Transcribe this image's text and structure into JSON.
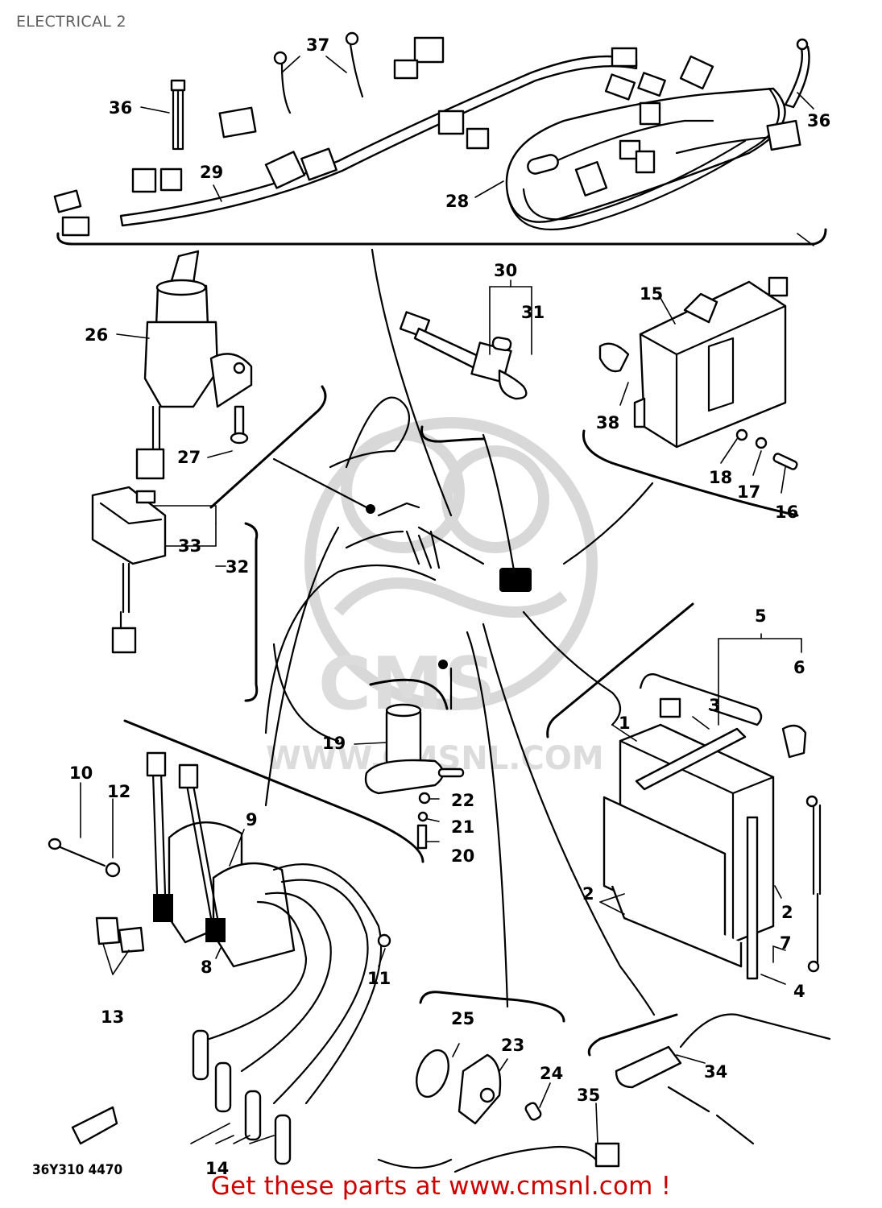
{
  "page": {
    "title": "ELECTRICAL 2"
  },
  "diagram": {
    "part_code": "36Y310 4470",
    "watermark": {
      "logo_text": "CMS",
      "url_text": "WWW.CMSNL.COM"
    },
    "callouts": [
      {
        "id": "c1",
        "label": "1"
      },
      {
        "id": "c2a",
        "label": "2"
      },
      {
        "id": "c2b",
        "label": "2"
      },
      {
        "id": "c3",
        "label": "3"
      },
      {
        "id": "c4",
        "label": "4"
      },
      {
        "id": "c5",
        "label": "5"
      },
      {
        "id": "c6",
        "label": "6"
      },
      {
        "id": "c7",
        "label": "7"
      },
      {
        "id": "c8",
        "label": "8"
      },
      {
        "id": "c9",
        "label": "9"
      },
      {
        "id": "c10",
        "label": "10"
      },
      {
        "id": "c11",
        "label": "11"
      },
      {
        "id": "c12",
        "label": "12"
      },
      {
        "id": "c13",
        "label": "13"
      },
      {
        "id": "c14",
        "label": "14"
      },
      {
        "id": "c15",
        "label": "15"
      },
      {
        "id": "c16",
        "label": "16"
      },
      {
        "id": "c17",
        "label": "17"
      },
      {
        "id": "c18",
        "label": "18"
      },
      {
        "id": "c19",
        "label": "19"
      },
      {
        "id": "c20",
        "label": "20"
      },
      {
        "id": "c21",
        "label": "21"
      },
      {
        "id": "c22",
        "label": "22"
      },
      {
        "id": "c23",
        "label": "23"
      },
      {
        "id": "c24",
        "label": "24"
      },
      {
        "id": "c25",
        "label": "25"
      },
      {
        "id": "c26",
        "label": "26"
      },
      {
        "id": "c27",
        "label": "27"
      },
      {
        "id": "c28",
        "label": "28"
      },
      {
        "id": "c29",
        "label": "29"
      },
      {
        "id": "c30",
        "label": "30"
      },
      {
        "id": "c31",
        "label": "31"
      },
      {
        "id": "c32",
        "label": "32"
      },
      {
        "id": "c33",
        "label": "33"
      },
      {
        "id": "c34",
        "label": "34"
      },
      {
        "id": "c35",
        "label": "35"
      },
      {
        "id": "c36a",
        "label": "36"
      },
      {
        "id": "c36b",
        "label": "36"
      },
      {
        "id": "c37",
        "label": "37"
      },
      {
        "id": "c38",
        "label": "38"
      }
    ]
  },
  "promo": {
    "text": "Get these parts at www.cmsnl.com !"
  }
}
